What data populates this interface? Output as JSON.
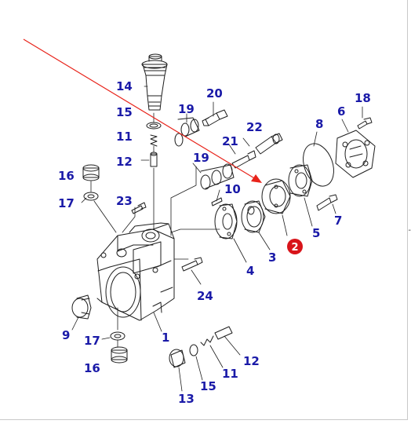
{
  "diagram": {
    "callouts": [
      "14",
      "15",
      "11",
      "12",
      "16",
      "17",
      "23",
      "20",
      "19",
      "22",
      "21",
      "19",
      "10",
      "8",
      "6",
      "18",
      "7",
      "5",
      "3",
      "4",
      "24",
      "9",
      "17",
      "16",
      "1",
      "12",
      "11",
      "15",
      "13"
    ],
    "highlight_badge": "2",
    "edge_mark": "-",
    "colors": {
      "callout": "#1a1aa8",
      "line": "#1e1e1e",
      "arrow": "#e8231a",
      "badge": "#d8141a"
    }
  }
}
